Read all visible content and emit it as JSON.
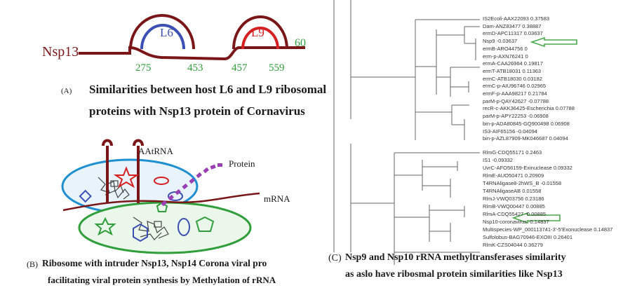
{
  "panel_a": {
    "gene": "Nsp13",
    "loop1": "L6",
    "loop2": "L9",
    "right_cut": "60",
    "pos1": "275",
    "pos2": "453",
    "pos3": "457",
    "pos4": "559",
    "caption_tag": "(A)",
    "caption_line1": "Similarities between host L6 and L9 ribosomal",
    "caption_line2": "proteins with Nsp13 protein of Cornavirus"
  },
  "panel_b": {
    "aatrna": "AAtRNA",
    "protein": "Protein",
    "mrna": "mRNA",
    "caption_tag": "(B)",
    "caption_line1": "Ribosome with intruder Nsp13, Nsp14 Corona viral pro",
    "caption_line2": "facilitating viral protein synthesis by Methylation of rRNA"
  },
  "panel_c": {
    "leaves_top": [
      "IS2Ecoli-AAX22093 0.37583",
      "Dam-ANZ83477 0.38887",
      "ermD-APC11317 0.03637",
      "Nsp9 -0.03637",
      "ermB-ARO44756 0",
      "erm-p-AXN76241 0",
      "ermA-CAA26964 0.19817",
      "ermT-ATB18031 0.11363",
      "ermC-ATB18030 0.03182",
      "ermC-p-AIU96746 0.02965",
      "ermF-p-AAA98217 0.21784",
      "parM-p-QAY42627 -0.07788",
      "recR-c-AKK36425-Escherichia 0.07788",
      "parM-p-APY22253 -0.06908",
      "bin-p-ADA80845-GQ900498 0.06908",
      "IS3-AIF65156 -0.04094",
      "bin-p-AZL87909-MK046687 0.04094"
    ],
    "leaves_bottom": [
      "RlmG-CDQ55171 0.2463",
      "IS1 -0.09332",
      "UvrC-AFO56159-Exinuclease 0.09332",
      "RlmE-AUO50471 0.20909",
      "T4RNAligase8-2hWS_B -0.01558",
      "T4RNAligaseAB 0.01558",
      "RlmJ-VWQ03756 0.23186",
      "RlmB-VWQ00447 0.00885",
      "RlmA-CDQ55427 -0.00885",
      "Nsp10-coronavirus -0.14837",
      "Multispecies-WP_000113741-3'-5'Exonuclease 0.14837",
      "Sulfolobus-BAG70946-EXOIII 0.26401",
      "RlmK-CZS04044 0.36279"
    ],
    "caption_tag": "(C)",
    "caption_line1": "Nsp9 and Nsp10 rRNA methyltransferases similarity",
    "caption_line2": "as aslo have ribosmal protein similarities like Nsp13"
  },
  "colors": {
    "maroon": "#7a1618",
    "blue": "#3b4fb5",
    "red": "#d42020",
    "green": "#2f9e3b",
    "cyan": "#1e8fd0",
    "purple": "#9a3fb3",
    "tree": "#555555",
    "arrow": "#4aa84a"
  }
}
